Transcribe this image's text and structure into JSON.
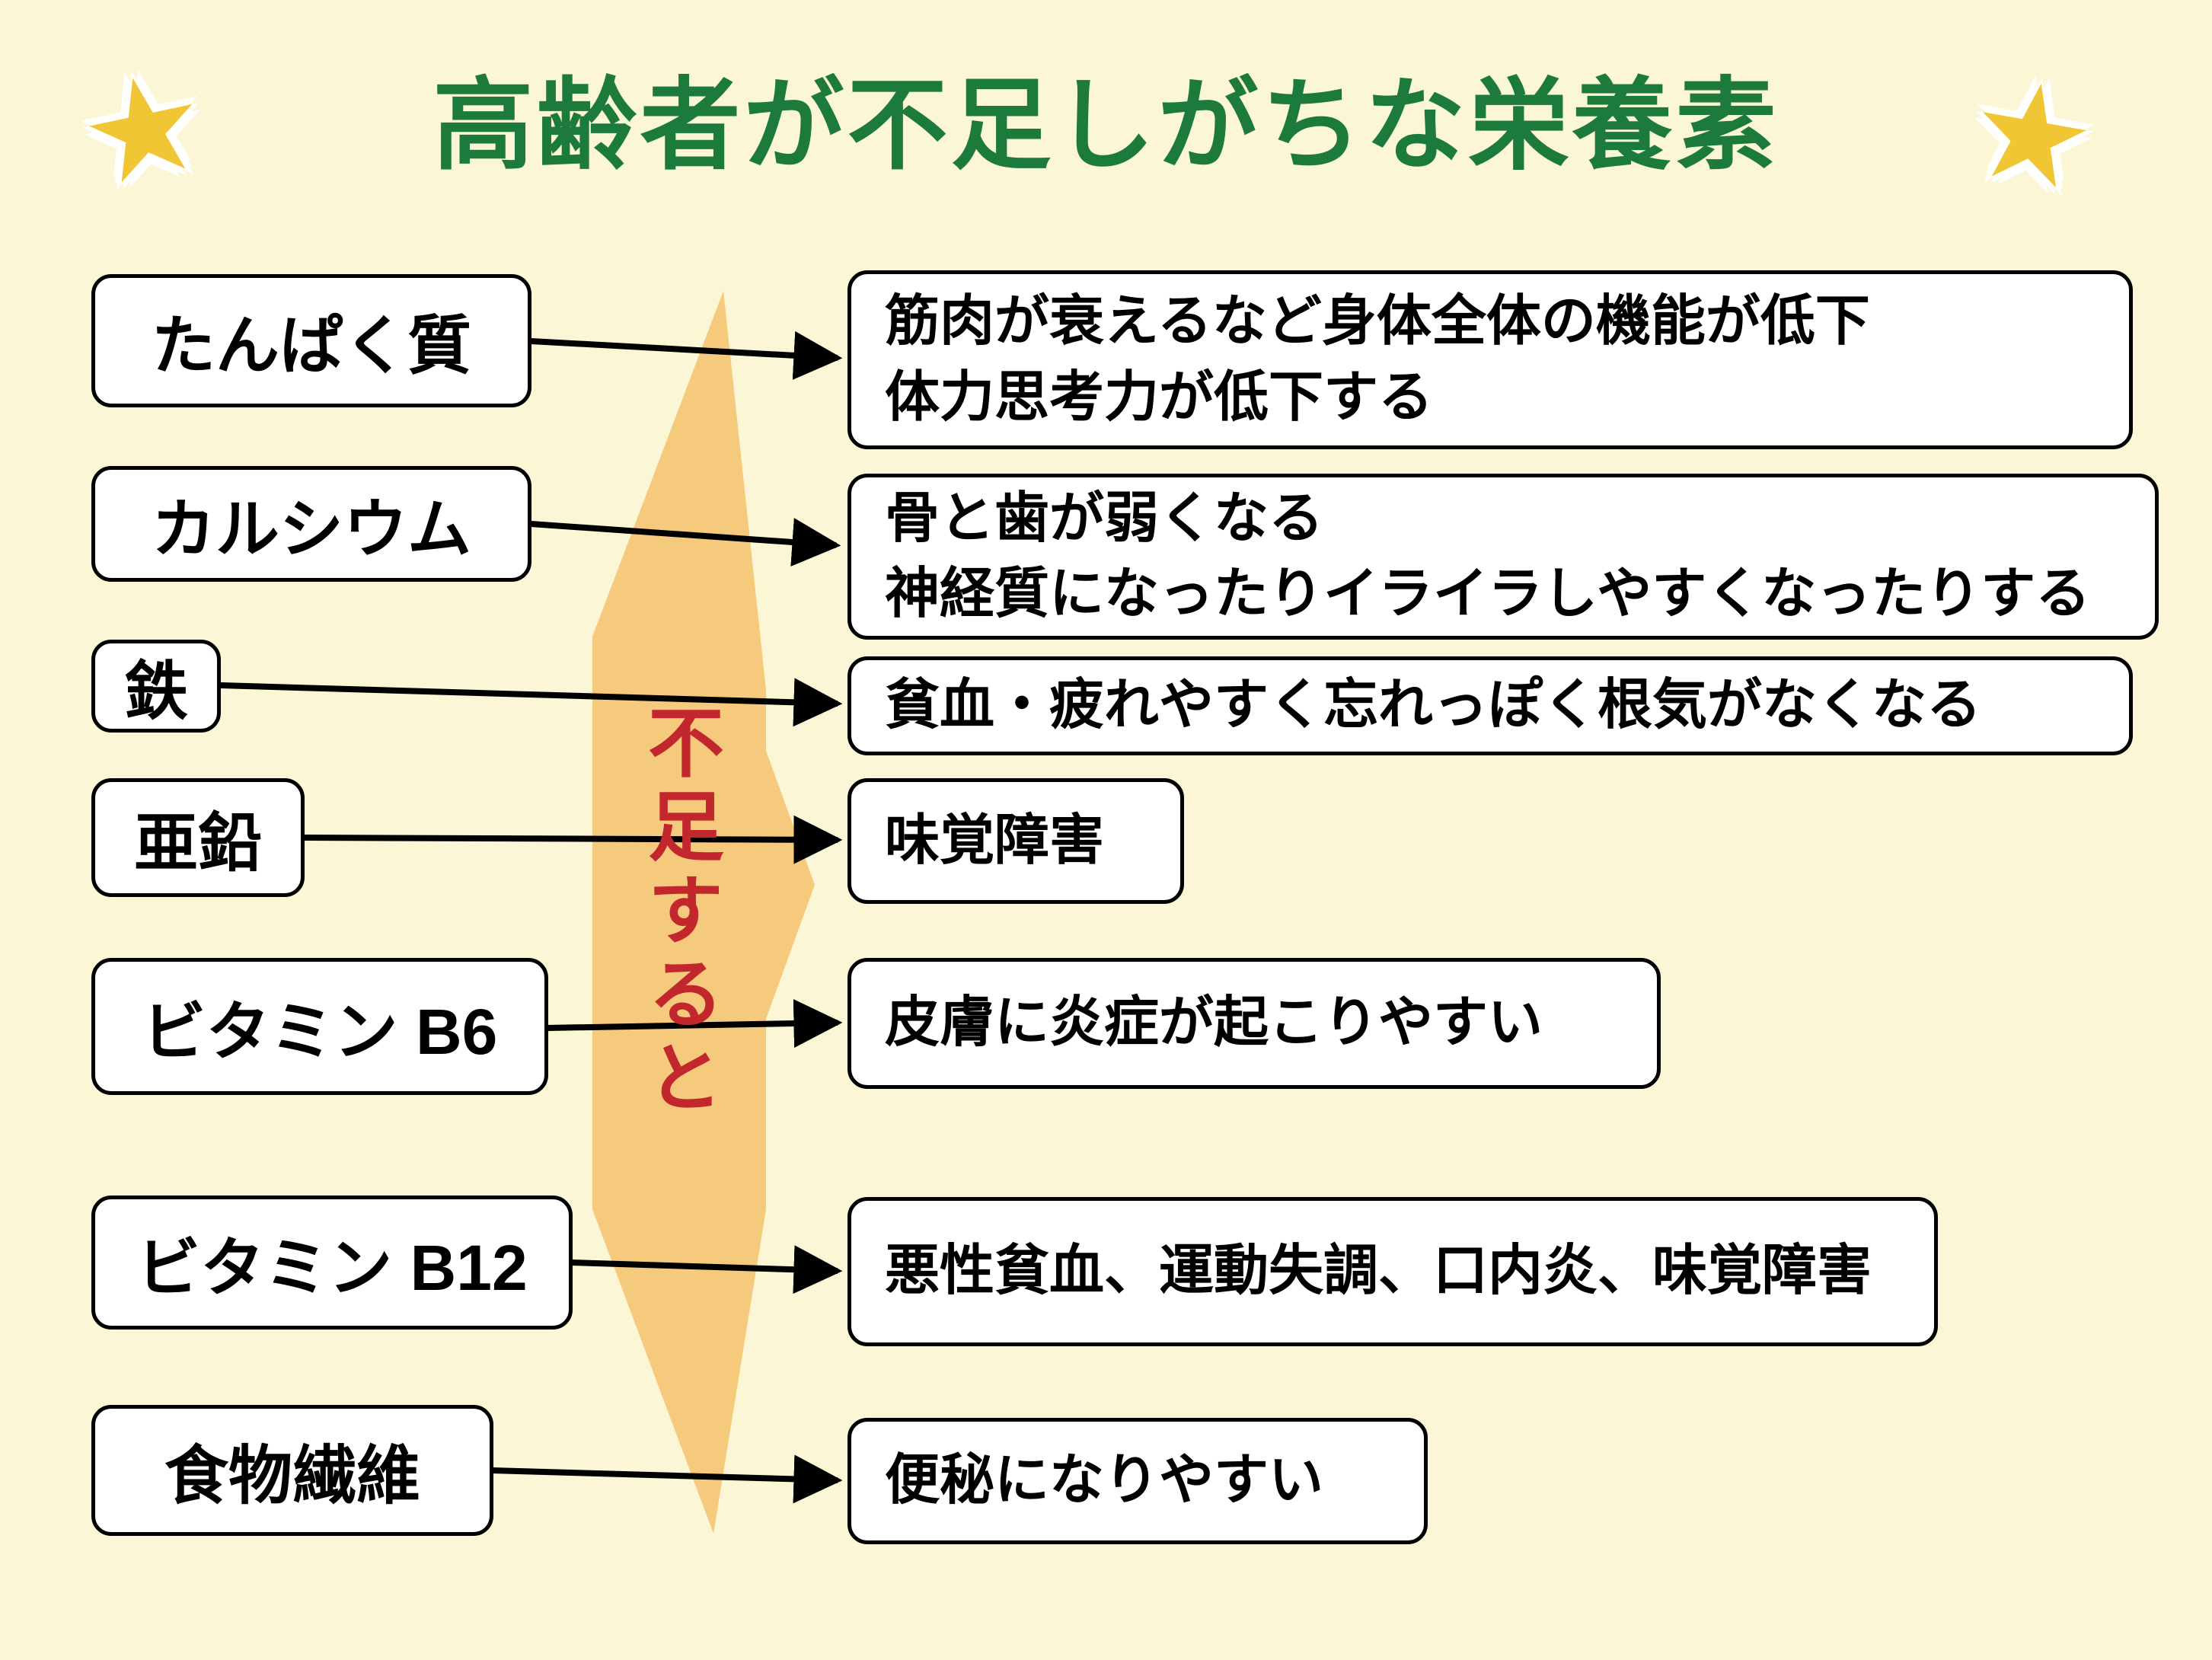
{
  "title": "高齢者が不足しがちな栄養素",
  "center_label": "不足すると",
  "icons": {
    "star": "★"
  },
  "colors": {
    "background": "#FBF7D6",
    "title_text": "#1D7A3D",
    "arrow_shape_fill": "#F5CA7C",
    "center_label_text": "#C1272D",
    "box_background": "#FFFFFF",
    "box_border": "#000000",
    "connector": "#000000",
    "star": "#F1C634"
  },
  "rows": [
    {
      "nutrient": "たんぱく質",
      "effect_lines": [
        "筋肉が衰えるなど身体全体の機能が低下",
        "体力思考力が低下する"
      ]
    },
    {
      "nutrient": "カルシウム",
      "effect_lines": [
        "骨と歯が弱くなる",
        "神経質になったりイライラしやすくなったりする"
      ]
    },
    {
      "nutrient": "鉄",
      "effect_lines": [
        "貧血・疲れやすく忘れっぽく根気がなくなる"
      ]
    },
    {
      "nutrient": "亜鉛",
      "effect_lines": [
        "味覚障害"
      ]
    },
    {
      "nutrient": "ビタミン B6",
      "effect_lines": [
        "皮膚に炎症が起こりやすい"
      ]
    },
    {
      "nutrient": "ビタミン B12",
      "effect_lines": [
        "悪性貧血、運動失調、口内炎、味覚障害"
      ]
    },
    {
      "nutrient": "食物繊維",
      "effect_lines": [
        "便秘になりやすい"
      ]
    }
  ]
}
